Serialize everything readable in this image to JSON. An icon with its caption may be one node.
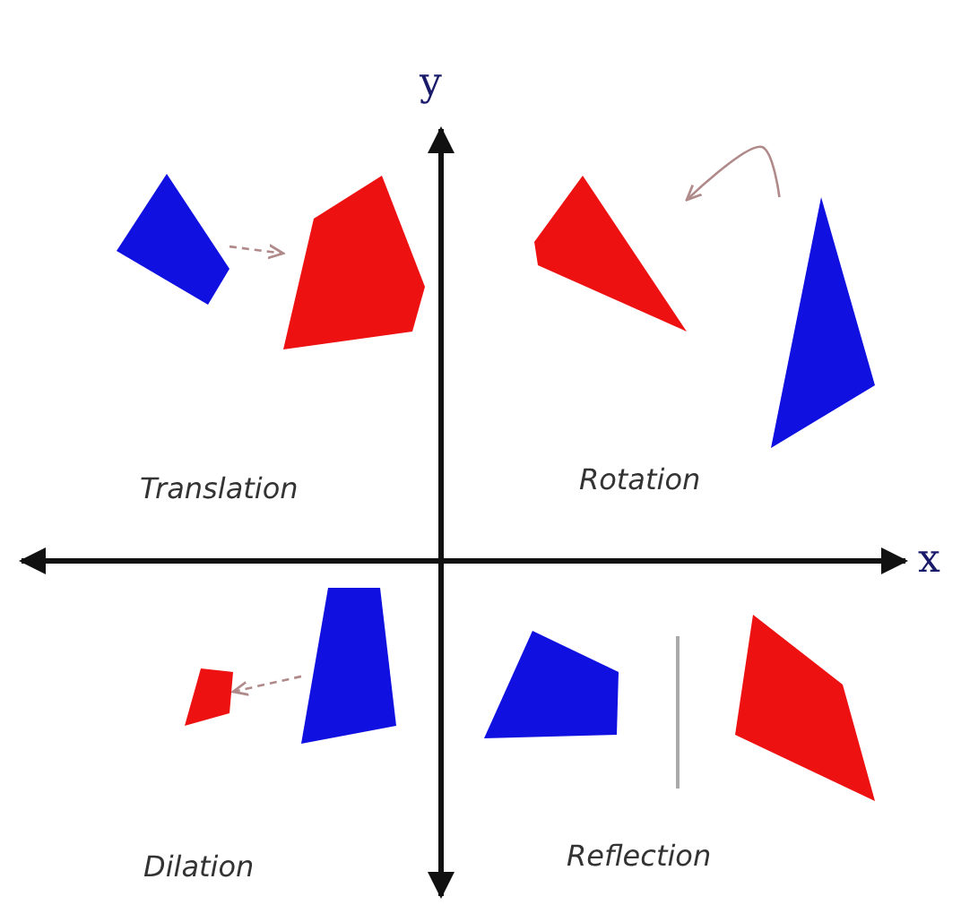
{
  "diagram": {
    "nodes": [
      {
        "text": [],
        "shape": "polygon"
      },
      {
        "text": [],
        "shape": "polygon"
      },
      {
        "text": [],
        "shape": "polygon"
      },
      {
        "text": [],
        "shape": "polygon"
      },
      {
        "text": [],
        "shape": "polygon"
      },
      {
        "text": [],
        "shape": "polygon"
      },
      {
        "text": [],
        "shape": "polygon"
      },
      {
        "text": [],
        "shape": "polygon"
      }
    ],
    "edges": [
      {
        "from": 0,
        "to": 1,
        "arrow": "to",
        "style": "dashed"
      },
      {
        "from": 3,
        "to": 2,
        "arrow": "to"
      },
      {
        "from": 5,
        "to": 4,
        "arrow": "to",
        "style": "dashed"
      }
    ],
    "labels": [
      "y",
      "Translation",
      "Rotation",
      "x",
      "Dilation",
      "Reflection"
    ]
  }
}
